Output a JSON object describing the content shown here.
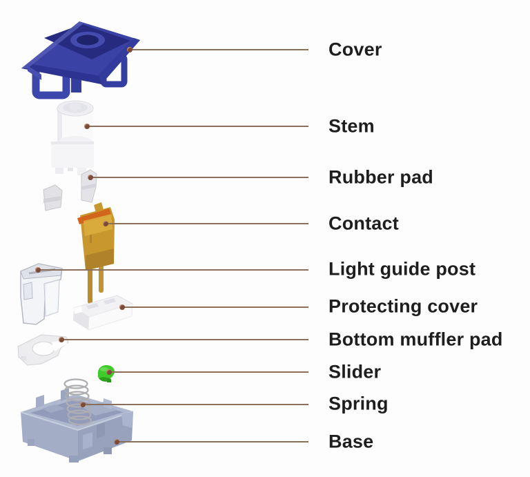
{
  "diagram": {
    "type": "exploded-parts-diagram",
    "subject": "mechanical keyboard switch"
  },
  "parts": [
    {
      "id": "cover",
      "label": "Cover"
    },
    {
      "id": "stem",
      "label": "Stem"
    },
    {
      "id": "rubber-pad",
      "label": "Rubber pad"
    },
    {
      "id": "contact",
      "label": "Contact"
    },
    {
      "id": "light-guide-post",
      "label": "Light guide post"
    },
    {
      "id": "protecting-cover",
      "label": "Protecting cover"
    },
    {
      "id": "bottom-muffler-pad",
      "label": "Bottom muffler pad"
    },
    {
      "id": "slider",
      "label": "Slider"
    },
    {
      "id": "spring",
      "label": "Spring"
    },
    {
      "id": "base",
      "label": "Base"
    }
  ],
  "colors": {
    "background": "#fdfdfd",
    "label_text": "#1e1e1e",
    "leader_line": "#8b6f5a",
    "leader_dot": "#7c4a36",
    "cover_blue": "#333c9e",
    "cover_blue_dark": "#272b80",
    "stem_white": "#f7f7f9",
    "contact_gold": "#c8982f",
    "contact_orange": "#d2661c",
    "light_guide_clear": "#eef0f4",
    "slider_green": "#3ecb2b",
    "spring_silver": "#b2b2b6",
    "base_periwinkle": "#a8b2cc"
  }
}
